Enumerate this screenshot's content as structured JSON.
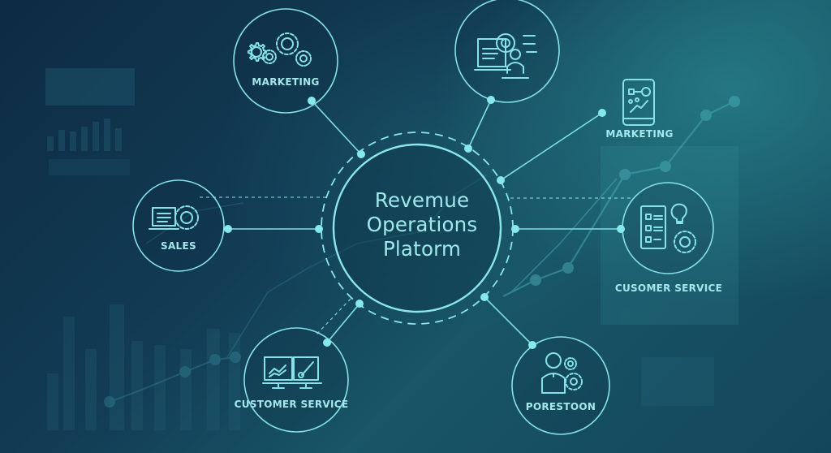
{
  "diagram": {
    "title": "Revemue Operations Platform",
    "title_lines": [
      "Revemue",
      "Operations",
      "Platorm"
    ],
    "center_node": {
      "label": "Revemue Operations Platorm",
      "shape": "circle with dashed outer ring"
    },
    "satellite_nodes": [
      {
        "id": "marketing-top-left",
        "label": "MARKETING",
        "icon": "gears-icon",
        "position": "top-left"
      },
      {
        "id": "analyst-top",
        "label": "",
        "icon": "analyst-laptop-icon",
        "position": "top"
      },
      {
        "id": "marketing-right",
        "label": "MARKETING",
        "icon": "tablet-chart-icon",
        "position": "top-right"
      },
      {
        "id": "sales-left",
        "label": "SALES",
        "icon": "laptop-gear-icon",
        "position": "left"
      },
      {
        "id": "customer-service-right",
        "label": "CUSOMER SERVICE",
        "icon": "checklist-idea-gear-icon",
        "position": "right"
      },
      {
        "id": "customer-service-bottom-left",
        "label": "CUSTOMER SERVICE",
        "icon": "dual-monitor-chart-icon",
        "position": "bottom-left"
      },
      {
        "id": "person-bottom-right",
        "label": "PORESTOON",
        "icon": "person-gear-icon",
        "position": "bottom-right"
      }
    ],
    "edges": [
      {
        "from": "center",
        "to": "marketing-top-left",
        "style": "solid"
      },
      {
        "from": "center",
        "to": "analyst-top",
        "style": "solid"
      },
      {
        "from": "center",
        "to": "marketing-right",
        "style": "solid"
      },
      {
        "from": "center",
        "to": "sales-left",
        "style": "solid"
      },
      {
        "from": "center",
        "to": "sales-left",
        "style": "dashed"
      },
      {
        "from": "center",
        "to": "customer-service-right",
        "style": "solid"
      },
      {
        "from": "center",
        "to": "customer-service-right",
        "style": "dashed"
      },
      {
        "from": "center",
        "to": "customer-service-bottom-left",
        "style": "solid"
      },
      {
        "from": "center",
        "to": "customer-service-bottom-left",
        "style": "dashed"
      },
      {
        "from": "center",
        "to": "person-bottom-right",
        "style": "solid"
      }
    ]
  },
  "colors": {
    "background_dark": "#0d2b43",
    "background_teal": "#1d6a78",
    "line_accent": "#7fe0e3",
    "text": "#a4e8ec"
  }
}
